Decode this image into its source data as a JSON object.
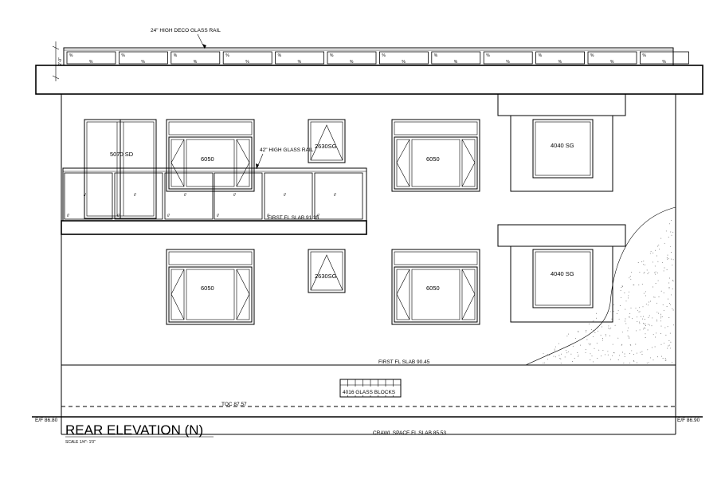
{
  "labels": {
    "deco_rail": "24\" HIGH DECO GLASS RAIL",
    "glass_rail": "42\" HIGH GLASS RAIL",
    "first_fl_slab_upper": "FIRST FL SLAB 91.35",
    "first_fl_slab_lower": "FIRST FL SLAB 90.45",
    "toc": "TOC 87.57",
    "glass_blocks": "4016  GLASS BLOCKS",
    "crawl_space": "CRAWL SPACE FL SLAB 85.53",
    "ef_left": "E/F 86.80",
    "ef_right": "E/F 86.90",
    "title": "REAR ELEVATION (N)",
    "scale": "SCALE 1/4\"- 1'0\"",
    "dimension": "2'-0\""
  },
  "windows": {
    "sd_upper": "5070 SD",
    "casement_upper_left": "6050",
    "sg_small_upper": "2630SG",
    "casement_upper_right": "6050",
    "sg_large_upper": "4040  SG",
    "casement_lower_left": "6050",
    "sg_small_lower": "2630SG",
    "casement_lower_right": "6050",
    "sg_large_lower": "4040  SG"
  },
  "glass_marks": {
    "rail_mark": "//",
    "small_mark": "%"
  }
}
